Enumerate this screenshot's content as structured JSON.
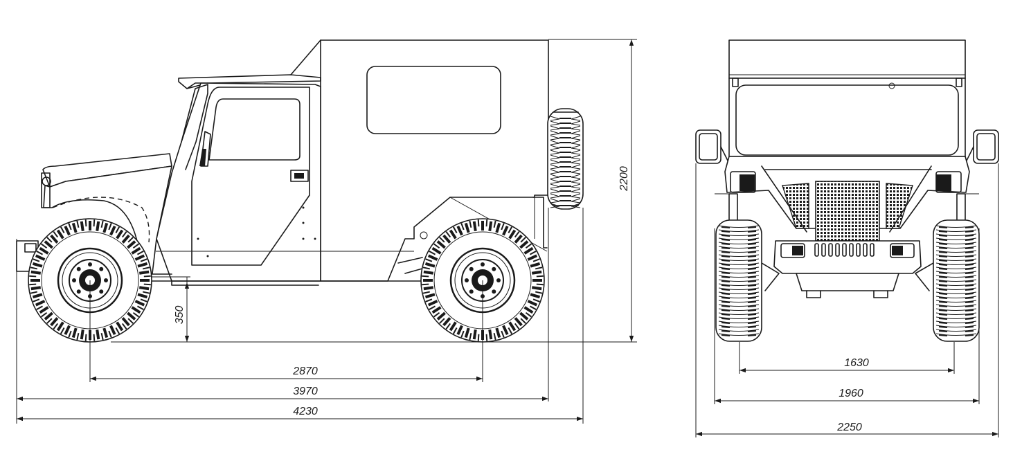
{
  "dimensions": {
    "wheelbase": "2870",
    "body_length": "3970",
    "overall_length": "4230",
    "ground_clearance": "350",
    "overall_height": "2200",
    "track": "1630",
    "body_width": "1960",
    "overall_width": "2250"
  },
  "colors": {
    "line": "#1a1a1a",
    "background": "#ffffff"
  }
}
